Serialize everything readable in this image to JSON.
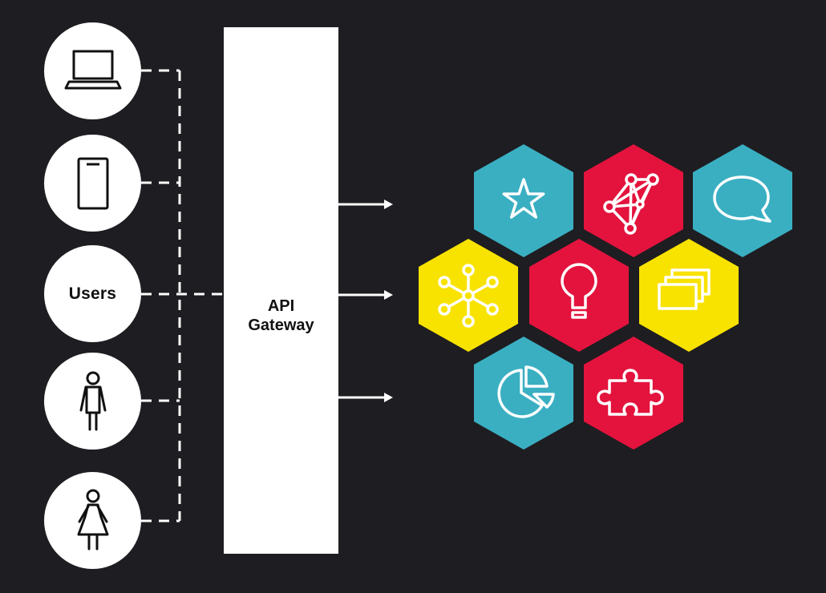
{
  "clients": [
    {
      "name": "laptop",
      "icon": "laptop-icon"
    },
    {
      "name": "mobile",
      "icon": "smartphone-icon"
    },
    {
      "name": "users",
      "label": "Users"
    },
    {
      "name": "man",
      "icon": "man-icon"
    },
    {
      "name": "woman",
      "icon": "woman-icon"
    }
  ],
  "gateway": {
    "line1": "API",
    "line2": "Gateway"
  },
  "services": [
    {
      "icon": "star-icon",
      "color": "#3aafc2"
    },
    {
      "icon": "network-icon",
      "color": "#e3133d"
    },
    {
      "icon": "speech-bubble-icon",
      "color": "#3aafc2"
    },
    {
      "icon": "hub-nodes-icon",
      "color": "#f8e200"
    },
    {
      "icon": "lightbulb-icon",
      "color": "#e3133d"
    },
    {
      "icon": "stacked-windows-icon",
      "color": "#f8e200"
    },
    {
      "icon": "pie-chart-icon",
      "color": "#3aafc2"
    },
    {
      "icon": "puzzle-piece-icon",
      "color": "#e3133d"
    }
  ],
  "colors": {
    "background": "#1e1d21",
    "white": "#ffffff",
    "teal": "#3aafc2",
    "red": "#e3133d",
    "yellow": "#f8e200"
  }
}
